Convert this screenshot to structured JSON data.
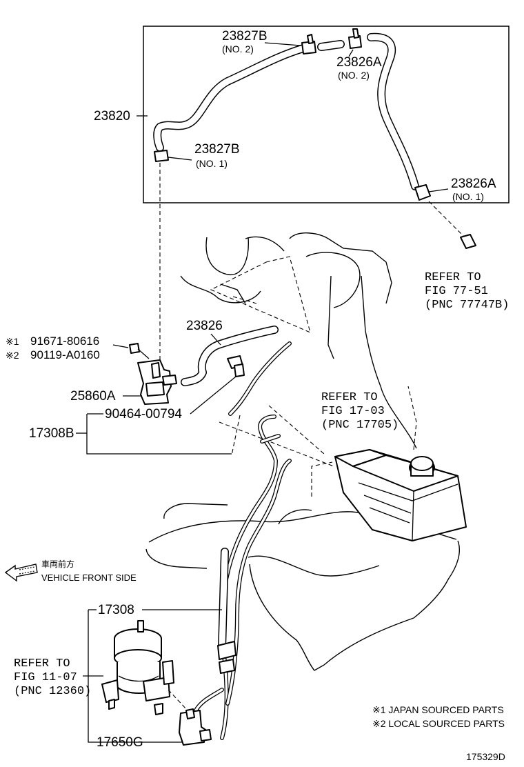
{
  "labels": {
    "p23827b_top": "23827B",
    "p23827b_top_sub": "(NO. 2)",
    "p23826a_top": "23826A",
    "p23826a_top_sub": "(NO. 2)",
    "p23820": "23820",
    "p23827b_mid": "23827B",
    "p23827b_mid_sub": "(NO. 1)",
    "p23826a_mid": "23826A",
    "p23826a_mid_sub": "(NO. 1)",
    "p23826": "23826",
    "p91671_mark": "※1",
    "p91671": "91671-80616",
    "p90119_mark": "※2",
    "p90119": "90119-A0160",
    "p25860a": "25860A",
    "p90464": "90464-00794",
    "p17308b": "17308B",
    "p17308": "17308",
    "p17650g": "17650G",
    "diagram_id": "175329D"
  },
  "references": {
    "ref_77_51": [
      "REFER TO",
      "FIG 77-51",
      "(PNC 77747B)"
    ],
    "ref_17_03": [
      "REFER TO",
      "FIG 17-03",
      "(PNC 17705)"
    ],
    "ref_11_07": [
      "REFER TO",
      "FIG 11-07",
      "(PNC 12360)"
    ]
  },
  "direction": {
    "japanese": "車両前方",
    "english": "VEHICLE FRONT SIDE"
  },
  "notes": {
    "note1": "※1 JAPAN SOURCED PARTS",
    "note2": "※2 LOCAL SOURCED PARTS"
  }
}
